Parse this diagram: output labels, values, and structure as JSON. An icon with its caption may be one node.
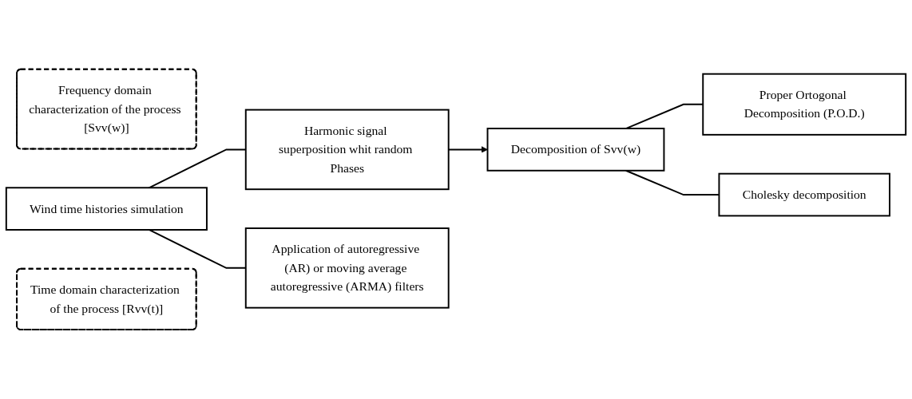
{
  "diagram": {
    "nodes": [
      {
        "text": [
          "Frequency domain characterization of the process [Svv(w)]"
        ]
      },
      {
        "text": [
          "Wind time histories simulation"
        ]
      },
      {
        "text": [
          "Harmonic signal superposition whit random Phases"
        ]
      },
      {
        "text": [
          "Application of autoregressive (AR) or moving average autoregressive (ARMA) filters"
        ]
      },
      {
        "text": [
          "Time domain characterization of the process [Rvv(t)]"
        ]
      },
      {
        "text": [
          "Decomposition of Svv(w)"
        ]
      },
      {
        "text": [
          "Proper Ortogonal Decomposition (P.O.D.)"
        ]
      },
      {
        "text": [
          "Cholesky decomposition"
        ]
      }
    ],
    "edges": [
      {
        "from": 1,
        "to": 2,
        "arrow": "none"
      },
      {
        "from": 1,
        "to": 3,
        "arrow": "none"
      },
      {
        "from": 2,
        "to": 5,
        "arrow": "to"
      },
      {
        "from": 5,
        "to": 6,
        "arrow": "none"
      },
      {
        "from": 5,
        "to": 7,
        "arrow": "none"
      }
    ]
  }
}
